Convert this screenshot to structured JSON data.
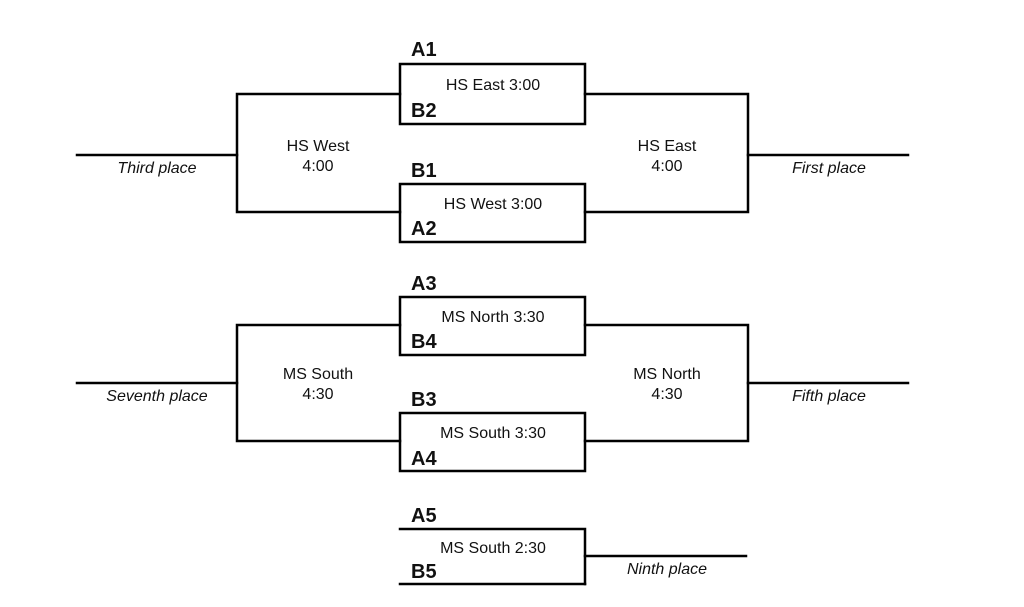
{
  "brackets": [
    {
      "top_match": {
        "seed_top": "A1",
        "game": "HS East 3:00",
        "seed_bottom": "B2"
      },
      "bottom_match": {
        "seed_top": "B1",
        "game": "HS West 3:00",
        "seed_bottom": "A2"
      },
      "consolation": {
        "line1": "HS West",
        "line2": "4:00"
      },
      "final": {
        "line1": "HS East",
        "line2": "4:00"
      },
      "left_place": "Third place",
      "right_place": "First place"
    },
    {
      "top_match": {
        "seed_top": "A3",
        "game": "MS North 3:30",
        "seed_bottom": "B4"
      },
      "bottom_match": {
        "seed_top": "B3",
        "game": "MS South 3:30",
        "seed_bottom": "A4"
      },
      "consolation": {
        "line1": "MS South",
        "line2": "4:30"
      },
      "final": {
        "line1": "MS North",
        "line2": "4:30"
      },
      "left_place": "Seventh place",
      "right_place": "Fifth place"
    }
  ],
  "single_match": {
    "seed_top": "A5",
    "game": "MS South 2:30",
    "seed_bottom": "B5",
    "place": "Ninth place"
  }
}
